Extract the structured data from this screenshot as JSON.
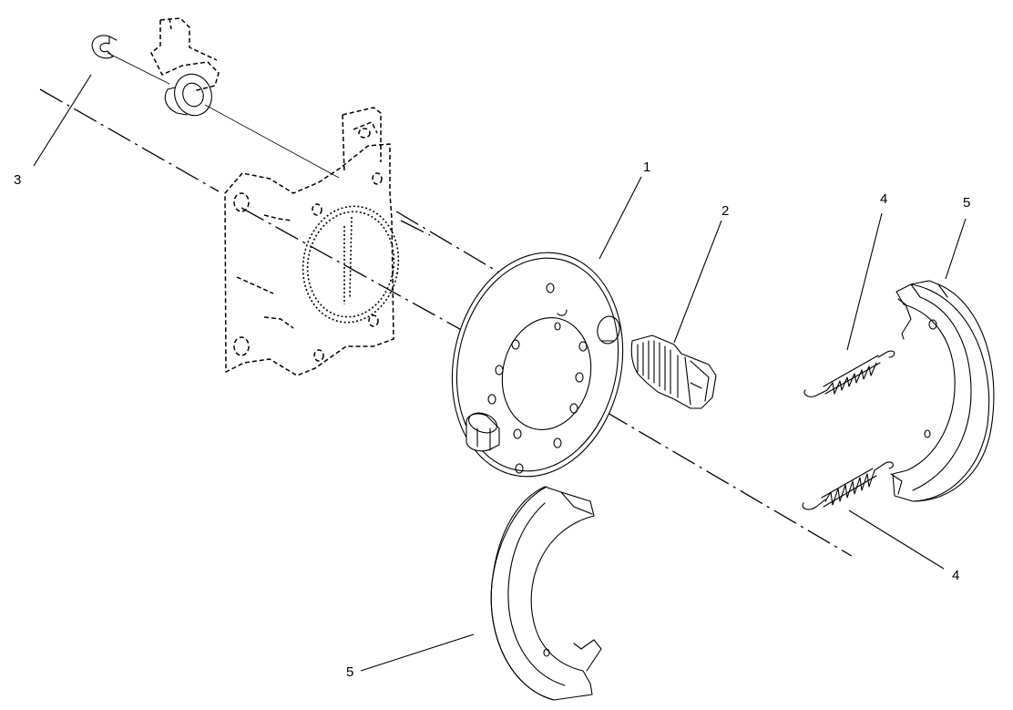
{
  "callouts": {
    "c1": "1",
    "c2": "2",
    "c3": "3",
    "c4a": "4",
    "c4b": "4",
    "c5a": "5",
    "c5b": "5"
  }
}
